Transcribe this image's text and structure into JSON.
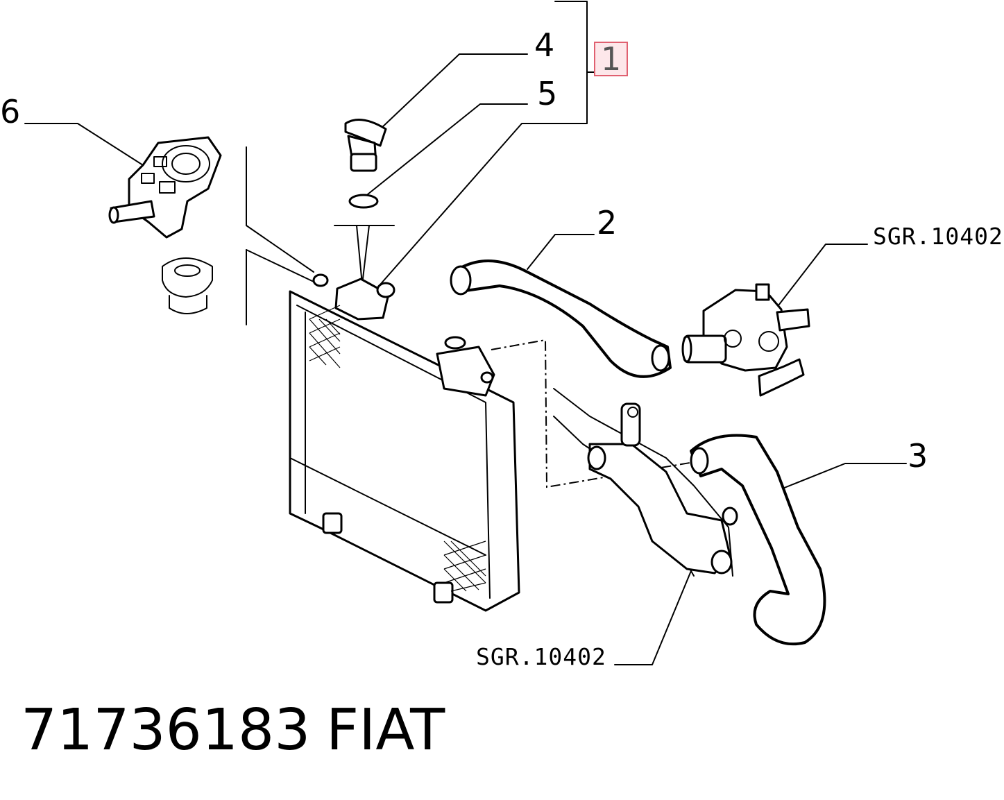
{
  "callouts": {
    "c1": "1",
    "c2": "2",
    "c3": "3",
    "c4": "4",
    "c5": "5",
    "c6": "6"
  },
  "references": {
    "upper": "SGR.10402",
    "lower": "SGR.10402"
  },
  "footer": {
    "part_number": "71736183",
    "brand": "FIAT"
  },
  "colors": {
    "highlight_border": "#e06070",
    "highlight_fill": "#fde7ea"
  }
}
